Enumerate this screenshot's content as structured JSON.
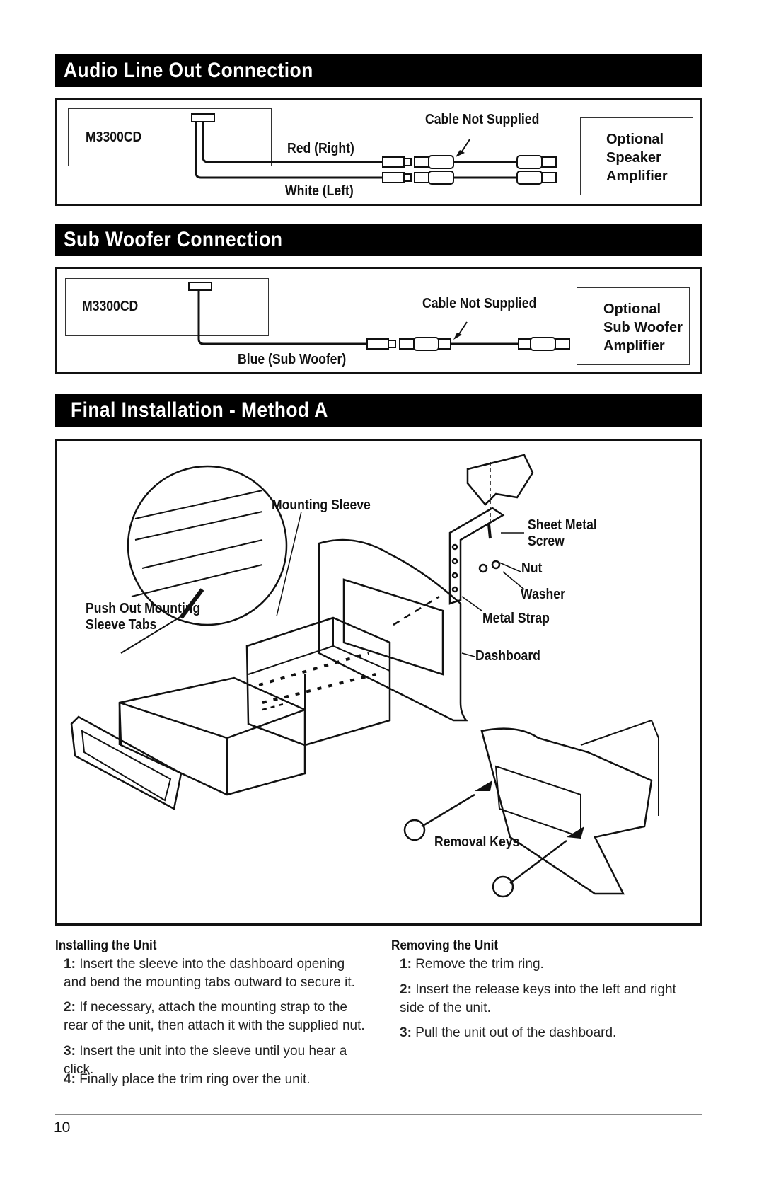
{
  "sections": {
    "audio_line_out": {
      "title": "Audio Line Out Connection",
      "unit_label": "M3300CD",
      "red_label": "Red (Right)",
      "white_label": "White (Left)",
      "cable_label": "Cable Not Supplied",
      "amp_lines": [
        "Optional",
        "Speaker",
        "Amplifier"
      ]
    },
    "sub_woofer": {
      "title": "Sub Woofer Connection",
      "unit_label": "M3300CD",
      "blue_label": "Blue (Sub Woofer)",
      "cable_label": "Cable Not Supplied",
      "amp_lines": [
        "Optional",
        "Sub Woofer",
        "Amplifier"
      ]
    },
    "final_install": {
      "title": "Final Installation - Method A",
      "labels": {
        "mounting_sleeve": "Mounting Sleeve",
        "push_out_1": "Push Out Mounting",
        "push_out_2": "Sleeve Tabs",
        "sheet_metal_1": "Sheet Metal",
        "sheet_metal_2": "Screw",
        "nut": "Nut",
        "washer": "Washer",
        "metal_strap": "Metal Strap",
        "dashboard": "Dashboard",
        "removal_keys": "Removal Keys"
      }
    }
  },
  "installing": {
    "heading": "Installing the Unit",
    "steps": [
      {
        "num": "1:",
        "text": "Insert the sleeve into the dashboard opening and bend the mounting tabs outward to secure it."
      },
      {
        "num": "2:",
        "text": "If necessary, attach the mounting strap to the rear of the unit, then attach it with the supplied nut."
      },
      {
        "num": "3:",
        "text": "Insert the unit into the sleeve until you hear a click."
      },
      {
        "num": "4:",
        "text": "Finally place the trim ring over the unit."
      }
    ]
  },
  "removing": {
    "heading": "Removing the Unit",
    "steps": [
      {
        "num": "1:",
        "text": "Remove the trim ring."
      },
      {
        "num": "2:",
        "text": "Insert the release keys into the left and right side of the unit."
      },
      {
        "num": "3:",
        "text": "Pull the unit out of the dashboard."
      }
    ]
  },
  "page_number": "10"
}
